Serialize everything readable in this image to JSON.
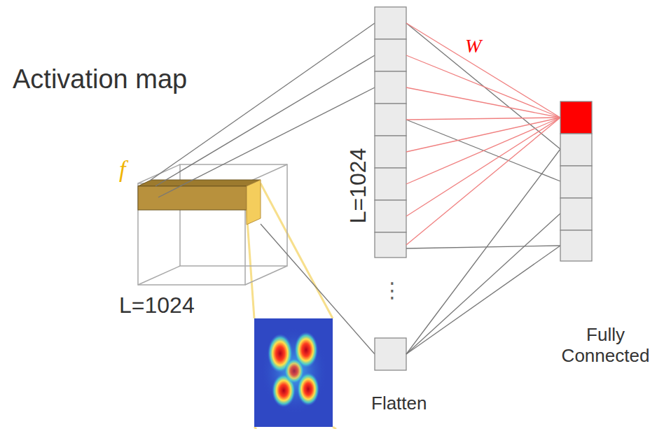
{
  "diagram": {
    "labels": [
      "Activation map",
      "f",
      "L=1024",
      "W",
      "L=1024",
      "Fully Connected",
      "Flatten",
      "⋮"
    ]
  }
}
